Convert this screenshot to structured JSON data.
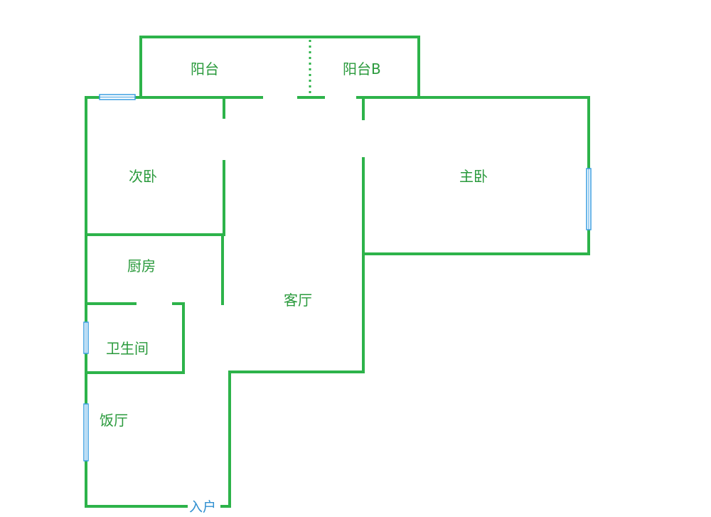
{
  "colors": {
    "wall": "#2db34a",
    "window": "#3a9ee0",
    "label": "#2a9a3c",
    "entry_label": "#2f8fd0"
  },
  "rooms": {
    "balcony_a": "阳台",
    "balcony_b": "阳台B",
    "second_bedroom": "次卧",
    "master_bedroom": "主卧",
    "kitchen": "厨房",
    "living_room": "客厅",
    "bathroom": "卫生间",
    "dining_room": "饭厅"
  },
  "entry": {
    "label": "入户"
  }
}
